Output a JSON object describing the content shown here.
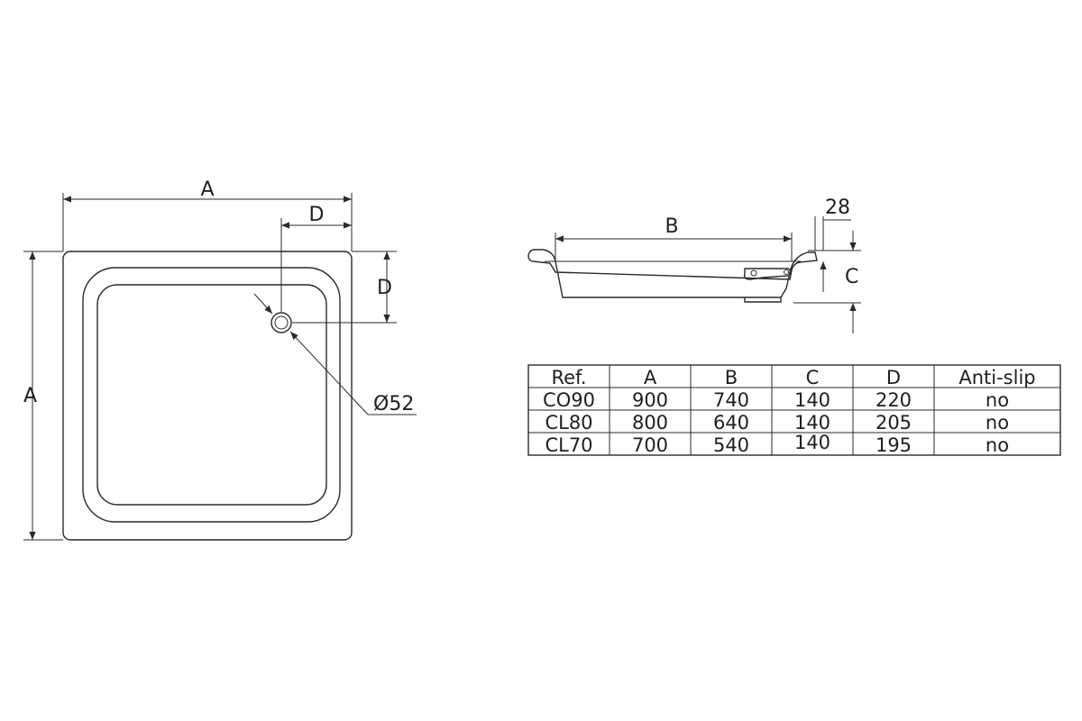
{
  "plan_view": {
    "width_label": "A",
    "height_label": "A",
    "drain_offset_x_label": "D",
    "drain_offset_y_label": "D",
    "drain_diameter_label": "Ø52"
  },
  "side_view": {
    "length_label": "B",
    "rim_label": "28",
    "height_label": "C"
  },
  "table": {
    "headers": [
      "Ref.",
      "A",
      "B",
      "C",
      "D",
      "Anti-slip"
    ],
    "rows": [
      [
        "CO90",
        "900",
        "740",
        "140",
        "220",
        "no"
      ],
      [
        "CL80",
        "800",
        "640",
        "140",
        "205",
        "no"
      ],
      [
        "CL70",
        "700",
        "540",
        "140",
        "195",
        "no"
      ]
    ]
  },
  "colors": {
    "line": "#2a2a2a",
    "text": "#1f1f1f",
    "background": "#ffffff"
  }
}
